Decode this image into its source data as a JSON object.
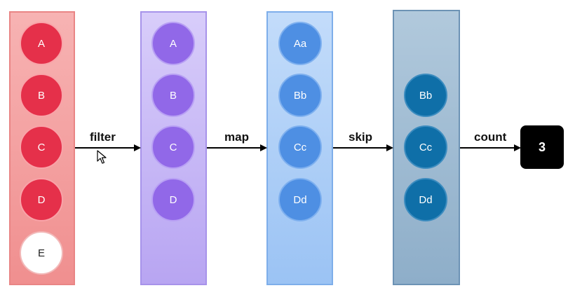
{
  "stage1": {
    "items": [
      "A",
      "B",
      "C",
      "D",
      "E"
    ]
  },
  "stage2": {
    "items": [
      "A",
      "B",
      "C",
      "D"
    ]
  },
  "stage3": {
    "items": [
      "Aa",
      "Bb",
      "Cc",
      "Dd"
    ]
  },
  "stage4": {
    "items": [
      "Bb",
      "Cc",
      "Dd"
    ]
  },
  "operations": {
    "filter": "filter",
    "map": "map",
    "skip": "skip",
    "count": "count"
  },
  "result": {
    "value": "3"
  },
  "colors": {
    "stage1_item": "#e5304a",
    "stage2_item": "#9168e8",
    "stage3_item": "#4e8fe3",
    "stage4_item": "#0f6fa8",
    "result_bg": "#000000"
  },
  "icons": {
    "cursor": "mouse-pointer-icon"
  }
}
